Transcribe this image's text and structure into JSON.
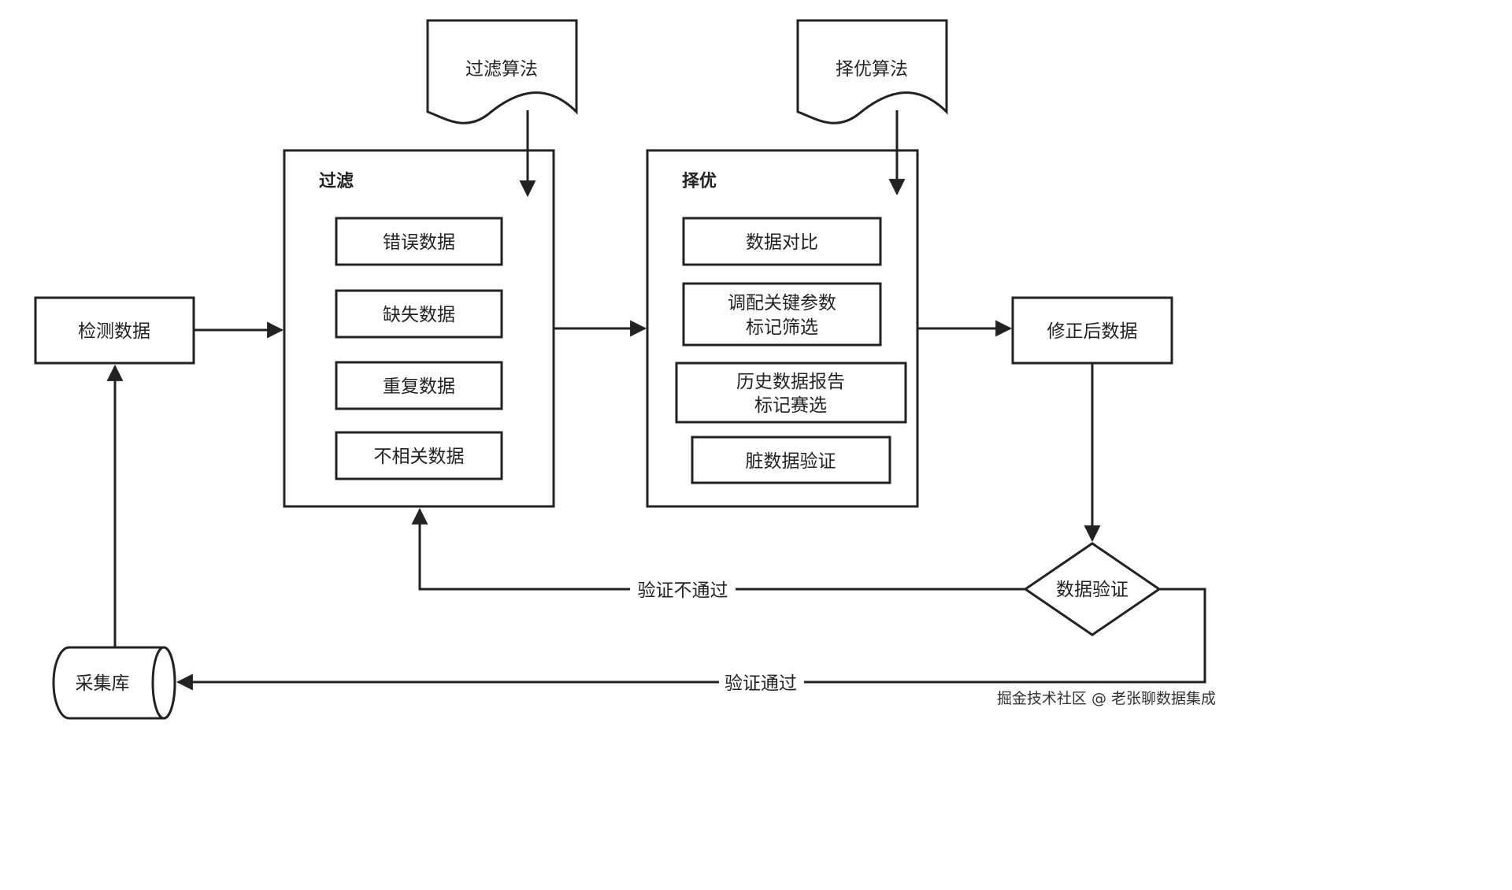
{
  "nodes": {
    "detect_data": "检测数据",
    "filter_algorithm": "过滤算法",
    "optimize_algorithm": "择优算法",
    "filter_group": {
      "title": "过滤",
      "items": [
        "错误数据",
        "缺失数据",
        "重复数据",
        "不相关数据"
      ]
    },
    "optimize_group": {
      "title": "择优",
      "items": [
        [
          "数据对比"
        ],
        [
          "调配关键参数",
          "标记筛选"
        ],
        [
          "历史数据报告",
          "标记赛选"
        ],
        [
          "脏数据验证"
        ]
      ]
    },
    "corrected_data": "修正后数据",
    "data_validation": "数据验证",
    "collection_db": "采集库"
  },
  "edges": {
    "validation_failed": "验证不通过",
    "validation_passed": "验证通过"
  },
  "watermark": "掘金技术社区 @ 老张聊数据集成"
}
